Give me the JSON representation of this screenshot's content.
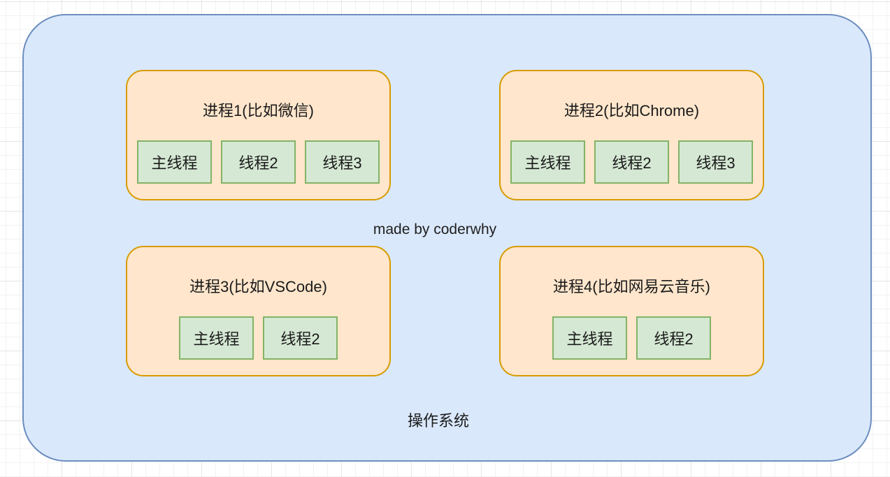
{
  "diagram": {
    "watermark": "made by coderwhy",
    "os_container": {
      "label": "操作系统"
    },
    "processes": [
      {
        "title": "进程1(比如微信)",
        "threads": [
          "主线程",
          "线程2",
          "线程3"
        ]
      },
      {
        "title": "进程2(比如Chrome)",
        "threads": [
          "主线程",
          "线程2",
          "线程3"
        ]
      },
      {
        "title": "进程3(比如VSCode)",
        "threads": [
          "主线程",
          "线程2"
        ]
      },
      {
        "title": "进程4(比如网易云音乐)",
        "threads": [
          "主线程",
          "线程2"
        ]
      }
    ],
    "colors": {
      "os_fill": "#dae8fc",
      "os_stroke": "#6c8ebf",
      "process_fill": "#ffe6cc",
      "process_stroke": "#d79b00",
      "thread_fill": "#d5e8d4",
      "thread_stroke": "#82b366"
    }
  }
}
